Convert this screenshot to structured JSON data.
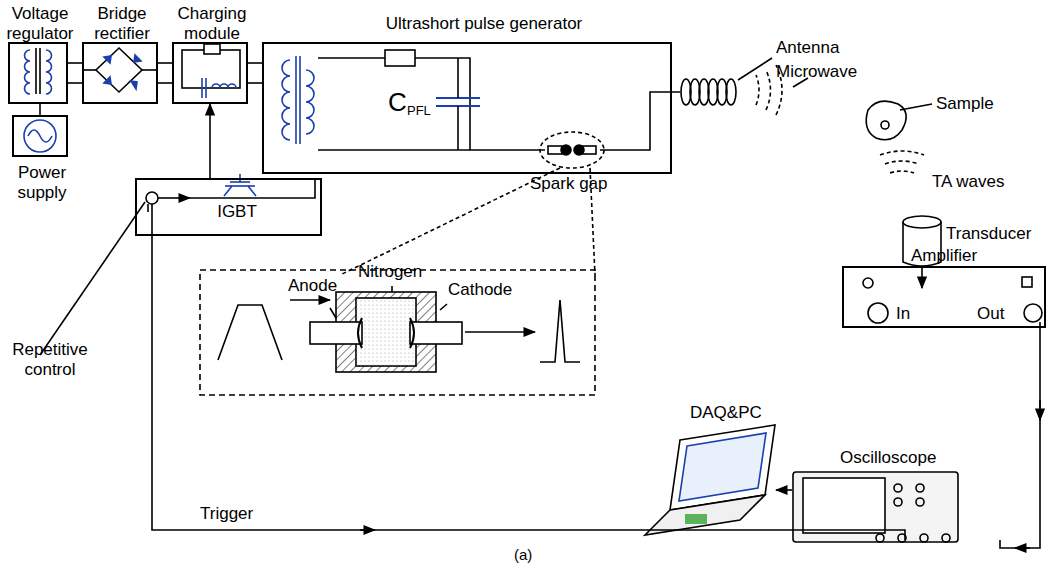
{
  "diagram": {
    "nodes": [
      {
        "text": [
          "Voltage regulator"
        ]
      },
      {
        "text": [
          "Power supply"
        ]
      },
      {
        "text": [
          "Bridge rectifier"
        ]
      },
      {
        "text": [
          "Charging module"
        ]
      },
      {
        "text": [
          "IGBT"
        ]
      },
      {
        "text": [
          "Ultrashort pulse generator"
        ]
      },
      {
        "text": [
          "Amplifier",
          "In",
          "Out"
        ]
      }
    ],
    "edges": [
      {
        "from": 1,
        "to": 0,
        "arrow": "none"
      },
      {
        "from": 0,
        "to": 2,
        "arrow": "none"
      },
      {
        "from": 2,
        "to": 3,
        "arrow": "none"
      },
      {
        "from": 3,
        "to": 5,
        "arrow": "none"
      },
      {
        "from": 4,
        "to": 3,
        "arrow": "to"
      }
    ],
    "labels": [
      "Antenna",
      "Microwave",
      "Sample",
      "TA waves",
      "Transducer",
      "Repetitive control",
      "C",
      "PFL",
      "Spark gap",
      "Nitrogen",
      "Anode",
      "Cathode",
      "Trigger",
      "DAQ&PC",
      "Oscilloscope",
      "(a)"
    ]
  }
}
